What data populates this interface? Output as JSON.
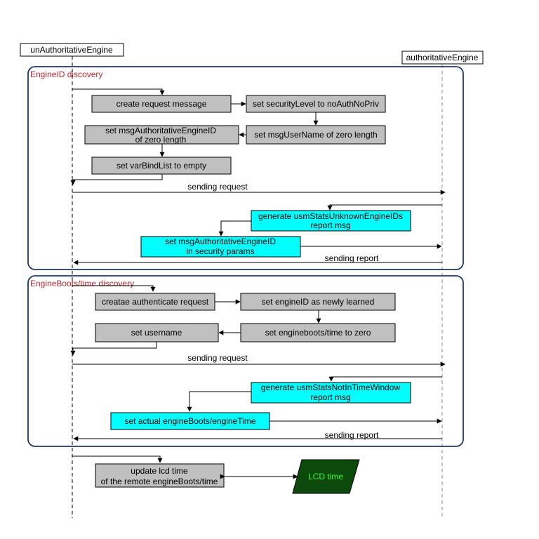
{
  "participants": {
    "left": "unAuthoritativeEngine",
    "right": "authoritativeEngine"
  },
  "colors": {
    "gray_box": "#c0c0c0",
    "cyan_box": "#00ffff",
    "frame": "#1f3864",
    "frame_title": "#c0282f",
    "lcd_fill": "#0b4a0b",
    "lcd_text": "#33ff33"
  },
  "frame_engineid": {
    "title": "EngineID discovery",
    "create_request": "create request message",
    "set_security_level": "set securityLevel to noAuthNoPriv",
    "set_msg_engineid_1": "set  msgAuthoritativeEngineID",
    "set_msg_engineid_2": "of zero length",
    "set_msg_username": "set msgUserName of zero length",
    "set_varbind": "set varBindList to empty",
    "sending_request": "sending request",
    "generate_unknown_1": "generate usmStatsUnknownEngineIDs",
    "generate_unknown_2": "report msg",
    "set_in_security_1": "set msgAuthoritativeEngineID",
    "set_in_security_2": "in security params",
    "sending_report": "sending report"
  },
  "frame_boots": {
    "title": "EngineBoots/time discovery",
    "create_auth": "creatae authenticate request",
    "set_engineid_learned": "set engineID as newly learned",
    "set_username": "set username",
    "set_boots_zero": "set engineboots/time to zero",
    "sending_request": "sending request",
    "generate_notintime_1": "generate usmStatsNotInTimeWindow",
    "generate_notintime_2": "report msg",
    "set_actual": "set actual engineBoots/engineTime",
    "sending_report": "sending report"
  },
  "update": {
    "label_1": "update lcd time",
    "label_2": "of the remote engineBoots/time",
    "lcd": "LCD time"
  }
}
